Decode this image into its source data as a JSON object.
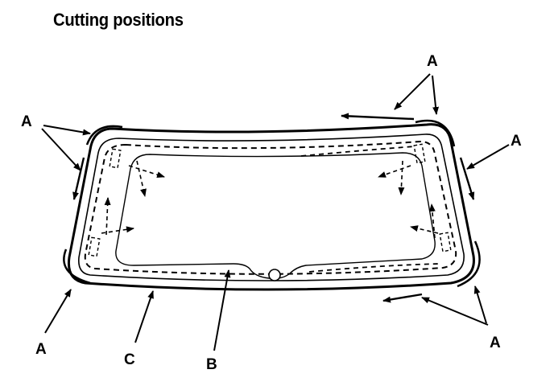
{
  "title": "Cutting positions",
  "labels": {
    "a": "A",
    "b": "B",
    "c": "C"
  }
}
